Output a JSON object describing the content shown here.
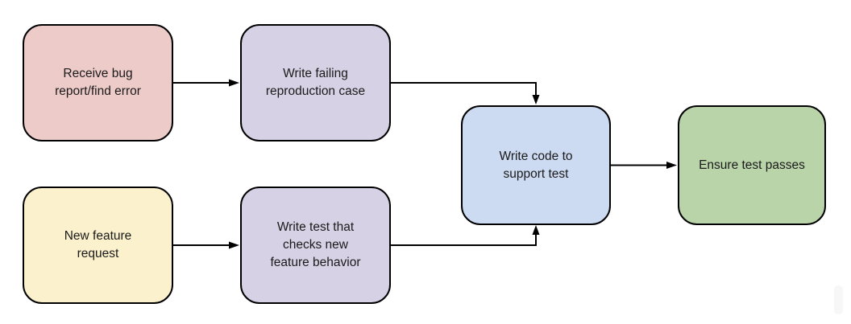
{
  "diagram": {
    "type": "flowchart",
    "background_color": "#ffffff",
    "stroke_color": "#000000",
    "text_color": "#1a1a1a",
    "nodes": {
      "receive_bug": {
        "label": "Receive bug\nreport/find error",
        "fill": "#edcbc9"
      },
      "write_repro": {
        "label": "Write failing\nreproduction case",
        "fill": "#d6d1e4"
      },
      "new_feature": {
        "label": "New feature\nrequest",
        "fill": "#fbf1cd"
      },
      "write_test": {
        "label": "Write test that\nchecks new\nfeature behavior",
        "fill": "#d6d1e4"
      },
      "write_code": {
        "label": "Write code to\nsupport test",
        "fill": "#ccdaf2"
      },
      "ensure_pass": {
        "label": "Ensure test passes",
        "fill": "#bad4aa"
      }
    },
    "edges": [
      {
        "from": "receive_bug",
        "to": "write_repro"
      },
      {
        "from": "write_repro",
        "to": "write_code"
      },
      {
        "from": "new_feature",
        "to": "write_test"
      },
      {
        "from": "write_test",
        "to": "write_code"
      },
      {
        "from": "write_code",
        "to": "ensure_pass"
      }
    ]
  }
}
